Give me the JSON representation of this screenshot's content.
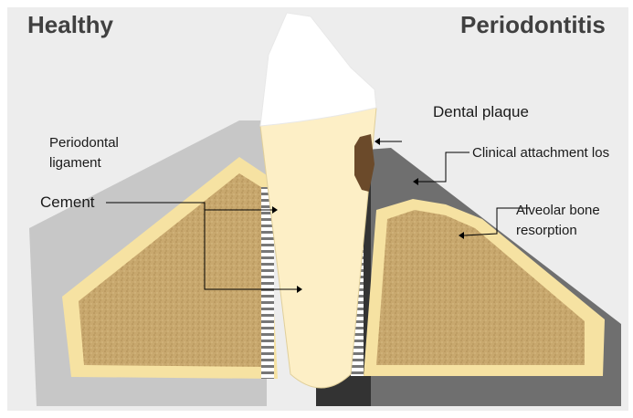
{
  "headings": {
    "left": "Healthy",
    "right": "Periodontitis"
  },
  "labels": {
    "periodontal_ligament_line1": "Periodontal",
    "periodontal_ligament_line2": "ligament",
    "cement": "Cement",
    "dental_plaque": "Dental plaque",
    "clinical_attachment_loss": "Clinical attachment los",
    "alveolar_bone_line1": "Alveolar bone",
    "alveolar_bone_line2": "resorption"
  },
  "colors": {
    "background_panel": "#ededed",
    "healthy_gum": "#c7c7c7",
    "diseased_gum": "#6f6f6f",
    "bone_rim": "#f6e2a2",
    "bone_fill": "#c8a86e",
    "tooth_root": "#fdefc6",
    "enamel": "#ffffff",
    "plaque": "#6b4a2a"
  }
}
